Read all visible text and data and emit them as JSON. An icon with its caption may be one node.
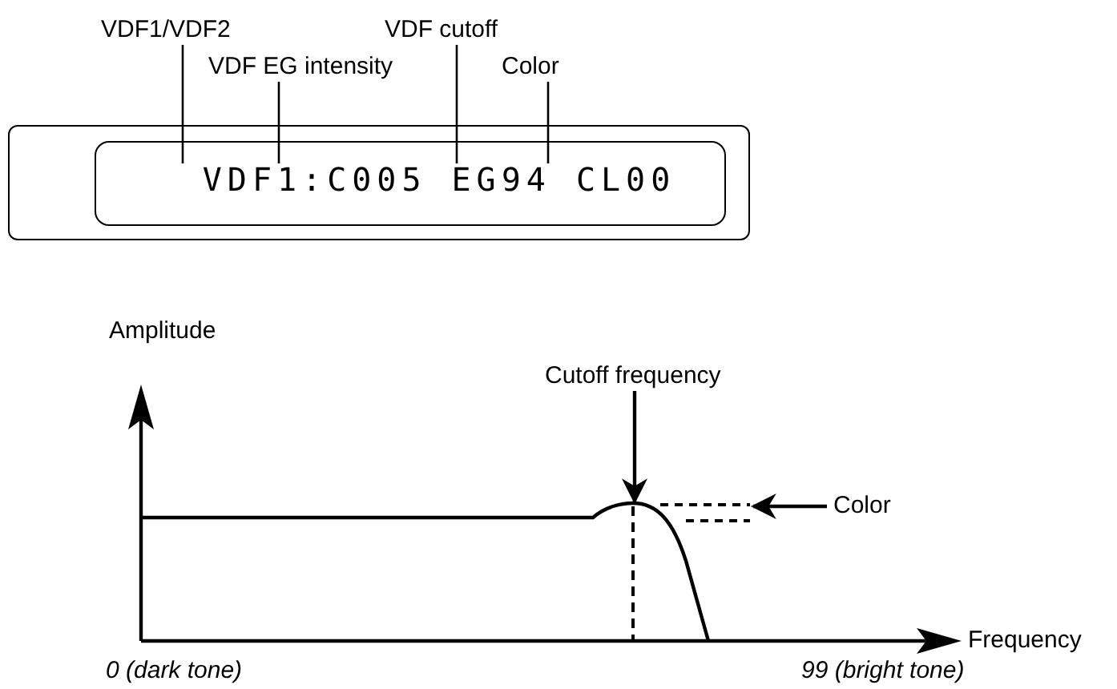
{
  "diagram": {
    "nodes": [
      {
        "text": [
          "VDF1/VDF2"
        ]
      },
      {
        "text": [
          "VDF EG intensity"
        ]
      },
      {
        "text": [
          "VDF cutoff"
        ]
      },
      {
        "text": [
          "Color"
        ]
      },
      {
        "text": [],
        "shape": "box"
      },
      {
        "text": [
          "VDF1:C005 EG94 CL00"
        ],
        "in": 4
      },
      {
        "text": [
          "Cutoff frequency"
        ]
      },
      {
        "text": [
          "Color"
        ]
      },
      {
        "text": [],
        "shape": "curve"
      },
      {
        "text": [],
        "shape": "line"
      }
    ],
    "edges": [
      {
        "from": 0,
        "to": 5,
        "arrow": "none"
      },
      {
        "from": 1,
        "to": 5,
        "arrow": "none"
      },
      {
        "from": 2,
        "to": 5,
        "arrow": "none"
      },
      {
        "from": 3,
        "to": 5,
        "arrow": "none"
      },
      {
        "from": 6,
        "to": 8,
        "arrow": "to"
      },
      {
        "from": 7,
        "to": 9,
        "arrow": "to"
      }
    ],
    "labels": [
      "Amplitude",
      "Frequency",
      "0 (dark tone)",
      "99 (bright tone)"
    ]
  }
}
